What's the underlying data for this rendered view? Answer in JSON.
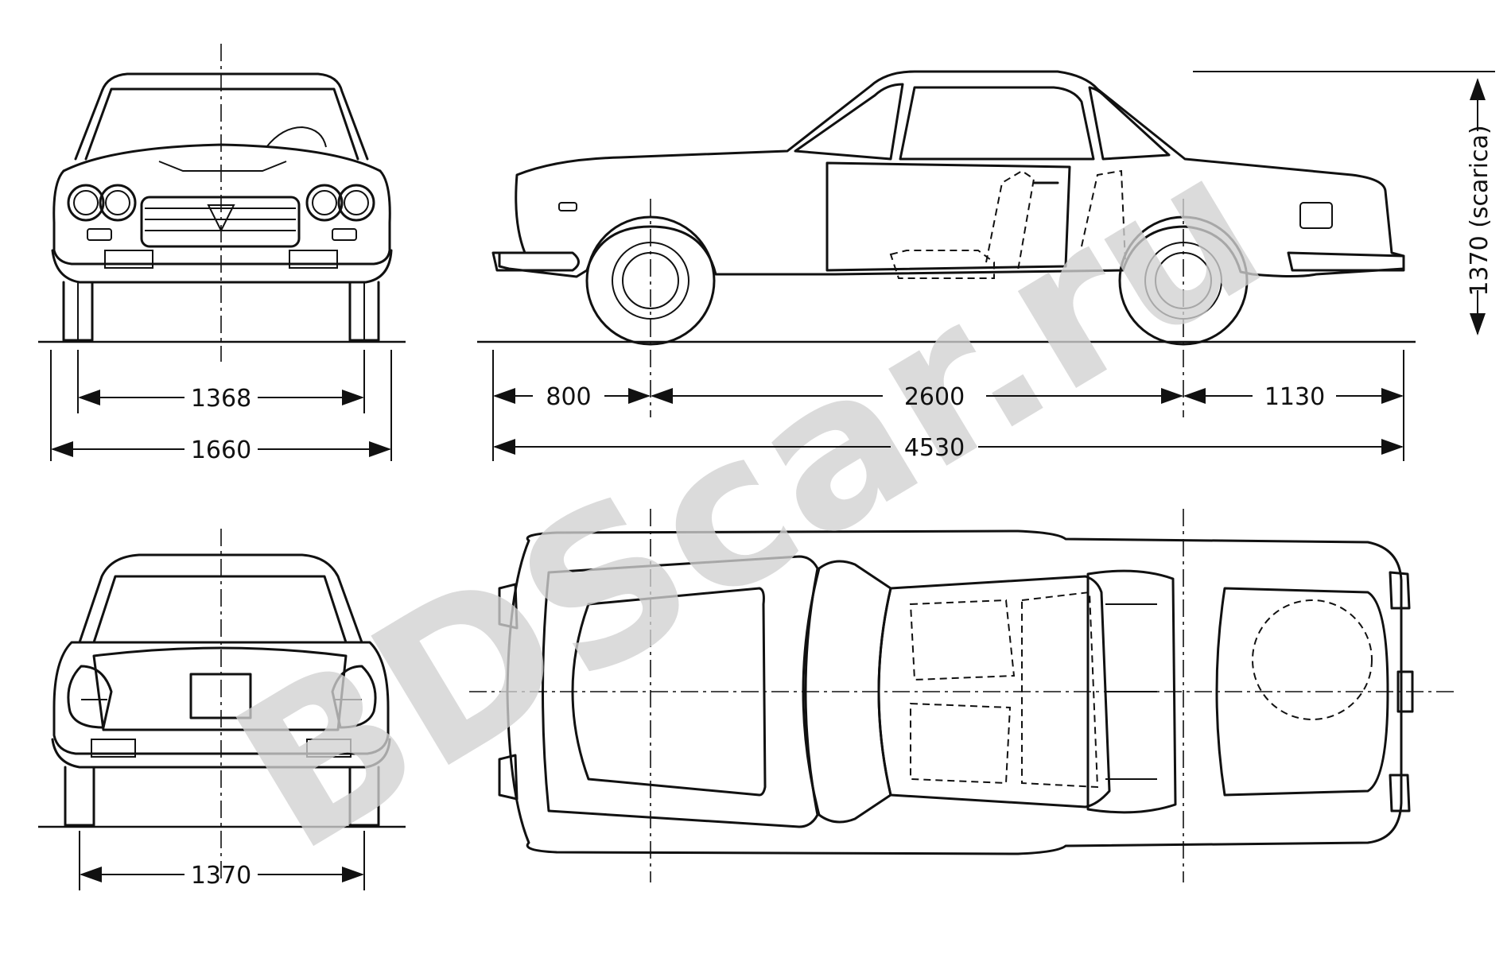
{
  "dimensions": {
    "front_track": "1368",
    "overall_width": "1660",
    "rear_track": "1370",
    "front_overhang": "800",
    "wheelbase": "2600",
    "rear_overhang": "1130",
    "overall_length": "4530",
    "height": "1370 (scarica)"
  },
  "watermark": "BDScar.ru",
  "colors": {
    "line": "#111111",
    "watermark": "#d2d2d2",
    "background": "#ffffff"
  }
}
